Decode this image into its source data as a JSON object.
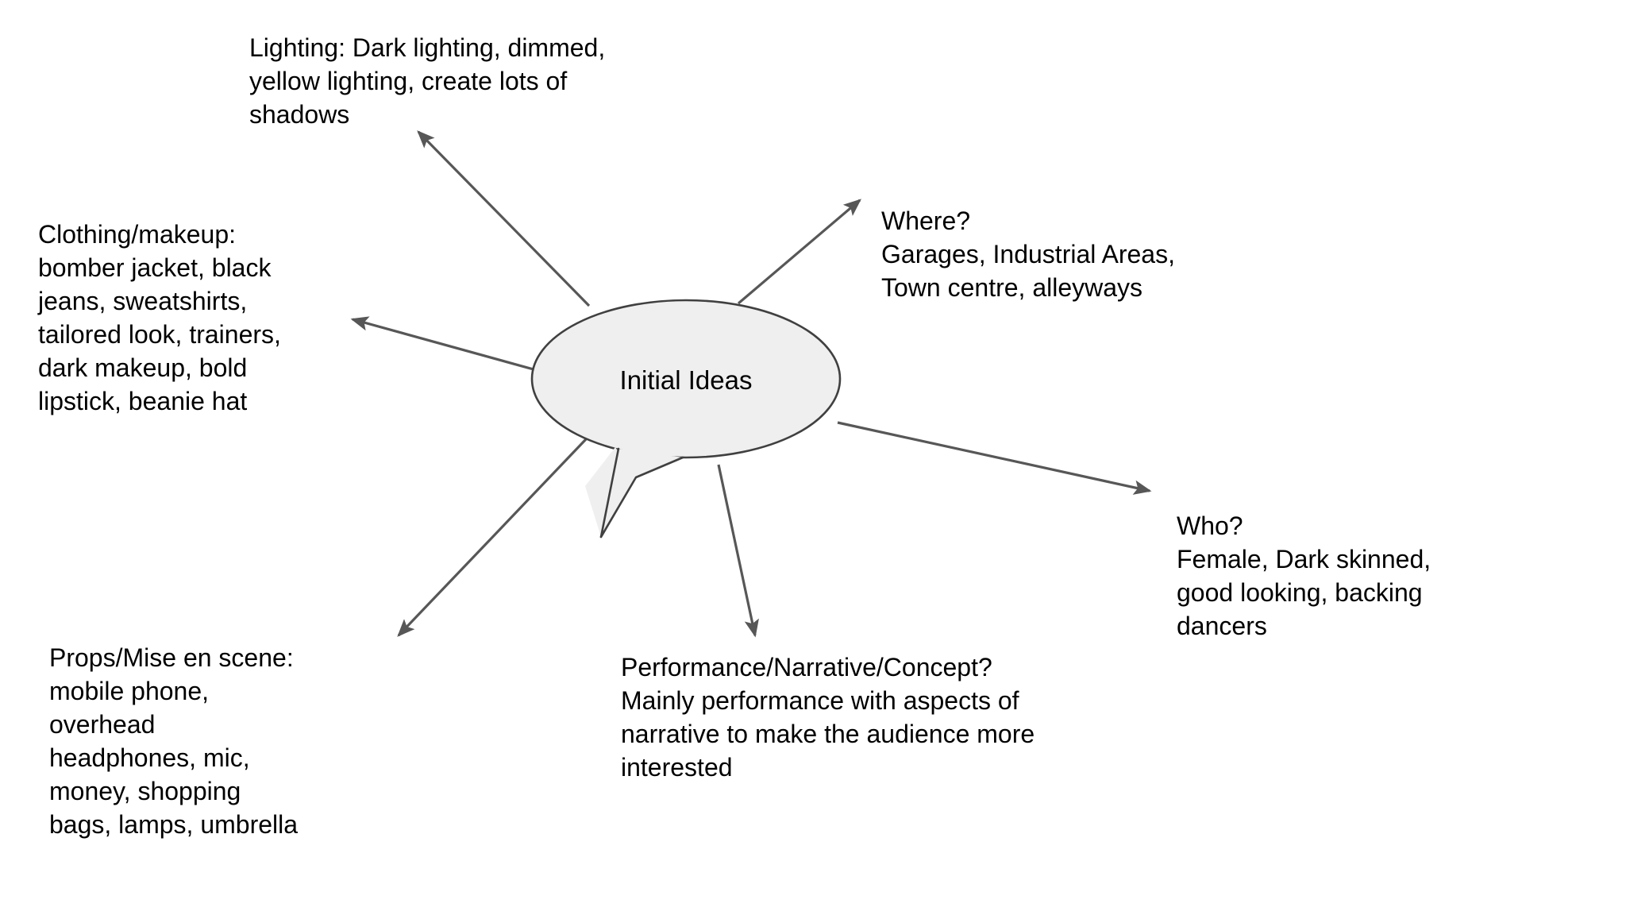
{
  "diagram": {
    "type": "mind-map",
    "title": "Initial Ideas",
    "background_color": "#FFFFFF",
    "center": {
      "label": "Initial Ideas",
      "shape": "speech-bubble-ellipse",
      "fill_color": "#EFEFEF",
      "stroke_color": "#404040",
      "text_color": "#000000"
    },
    "connector": {
      "line_color": "#575757",
      "arrowhead_color": "#575757",
      "line_width": 3
    },
    "branches": [
      {
        "id": "lighting",
        "heading": "Lighting:",
        "text": "Lighting: Dark lighting, dimmed,\nyellow lighting, create lots of\nshadows",
        "direction": "up-left",
        "lines": [
          "Lighting: Dark lighting, dimmed,",
          "yellow lighting, create lots of",
          "shadows"
        ]
      },
      {
        "id": "clothing",
        "heading": "Clothing/makeup:",
        "text": "Clothing/makeup:\nbomber jacket, black\njeans, sweatshirts,\ntailored look, trainers,\ndark makeup, bold\nlipstick, beanie hat",
        "direction": "left",
        "lines": [
          "Clothing/makeup:",
          "bomber jacket, black",
          "jeans, sweatshirts,",
          "tailored look, trainers,",
          "dark makeup, bold",
          "lipstick, beanie hat"
        ]
      },
      {
        "id": "where",
        "heading": "Where?",
        "text": "Where?\nGarages, Industrial Areas,\nTown centre, alleyways",
        "direction": "up-right",
        "lines": [
          "Where?",
          "Garages, Industrial Areas,",
          "Town centre, alleyways"
        ]
      },
      {
        "id": "who",
        "heading": "Who?",
        "text": "Who?\nFemale, Dark skinned,\ngood looking, backing\ndancers",
        "direction": "right-down",
        "lines": [
          "Who?",
          "Female, Dark skinned,",
          "good looking, backing",
          "dancers"
        ]
      },
      {
        "id": "performance",
        "heading": "Performance/Narrative/Concept?",
        "text": "Performance/Narrative/Concept?\nMainly performance with aspects of\nnarrative to make the audience more\ninterested",
        "direction": "down",
        "lines": [
          "Performance/Narrative/Concept?",
          "Mainly performance with aspects of",
          "narrative to make the audience more",
          "interested"
        ]
      },
      {
        "id": "props",
        "heading": "Props/Mise en scene:",
        "text": "Props/Mise en scene:\nmobile phone,\noverhead\nheadphones, mic,\nmoney, shopping\nbags, lamps, umbrella",
        "direction": "down-left",
        "lines": [
          "Props/Mise en scene:",
          "mobile phone,",
          "overhead",
          "headphones, mic,",
          "money, shopping",
          "bags, lamps, umbrella"
        ]
      }
    ]
  }
}
